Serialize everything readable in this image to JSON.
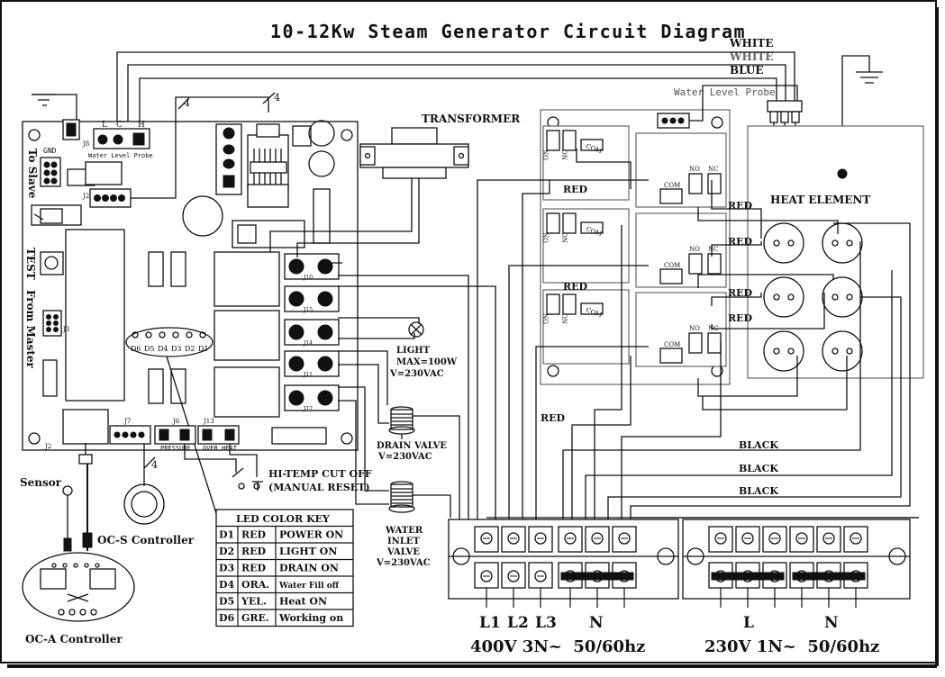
{
  "title": "10-12Kw Steam Generator Circuit Diagram",
  "wires_top": [
    "WHITE",
    "WHITE",
    "BLUE"
  ],
  "water_level_probe": "Water Level Probe",
  "transformer": "TRANSFORMER",
  "heat_element": "HEAT ELEMENT",
  "relay_labels": {
    "no": "NO",
    "nc": "NC",
    "com": "COM",
    "on": "ON",
    "com2": "COM"
  },
  "wire_red": "RED",
  "wire_black": "BLACK",
  "pcb": {
    "to_slave": "To Slave",
    "from_master": "From Master",
    "test": "TEST",
    "gnd": "GND",
    "lch": [
      "L",
      "C",
      "H"
    ],
    "j8": "J8",
    "j3": "J3",
    "j2": "J2",
    "j7": "J7",
    "j6": "J6",
    "j13": "J13",
    "water_level_probe_small": "Water Level Probe",
    "pressure": "PRESSURE",
    "over_heat": "OVER HEAT",
    "jumpers": [
      "J10",
      "J15",
      "J14",
      "J11",
      "J12"
    ],
    "leds": [
      "D6",
      "D5",
      "D4",
      "D3",
      "D2",
      "D1"
    ],
    "fuse_mark": "4"
  },
  "light": {
    "line1": "LIGHT",
    "line2": "MAX=100W",
    "line3": "V=230VAC"
  },
  "drain_valve": {
    "line1": "DRAIN VALVE",
    "line2": "V=230VAC"
  },
  "inlet_valve": {
    "line1": "WATER",
    "line2": "INLET",
    "line3": "VALVE",
    "line4": "V=230VAC"
  },
  "hi_temp": {
    "line1": "HI-TEMP CUT OFF",
    "line2": "(MANUAL RESET)"
  },
  "sensor": "Sensor",
  "ocs": "OC-S Controller",
  "oca": "OC-A Controller",
  "led_key": {
    "title": "LED COLOR KEY",
    "rows": [
      {
        "d": "D1",
        "color": "RED",
        "desc": "POWER ON"
      },
      {
        "d": "D2",
        "color": "RED",
        "desc": "LIGHT ON"
      },
      {
        "d": "D3",
        "color": "RED",
        "desc": "DRAIN ON"
      },
      {
        "d": "D4",
        "color": "ORA.",
        "desc": "Water Fill off"
      },
      {
        "d": "D5",
        "color": "YEL.",
        "desc": "Heat ON"
      },
      {
        "d": "D6",
        "color": "GRE.",
        "desc": "Working on"
      }
    ]
  },
  "terminals_3ph": {
    "labels": [
      "L1",
      "L2",
      "L3",
      "N"
    ],
    "spec": "400V 3N~  50/60hz"
  },
  "terminals_1ph": {
    "labels": [
      "L",
      "N"
    ],
    "spec": "230V 1N~  50/60hz"
  }
}
